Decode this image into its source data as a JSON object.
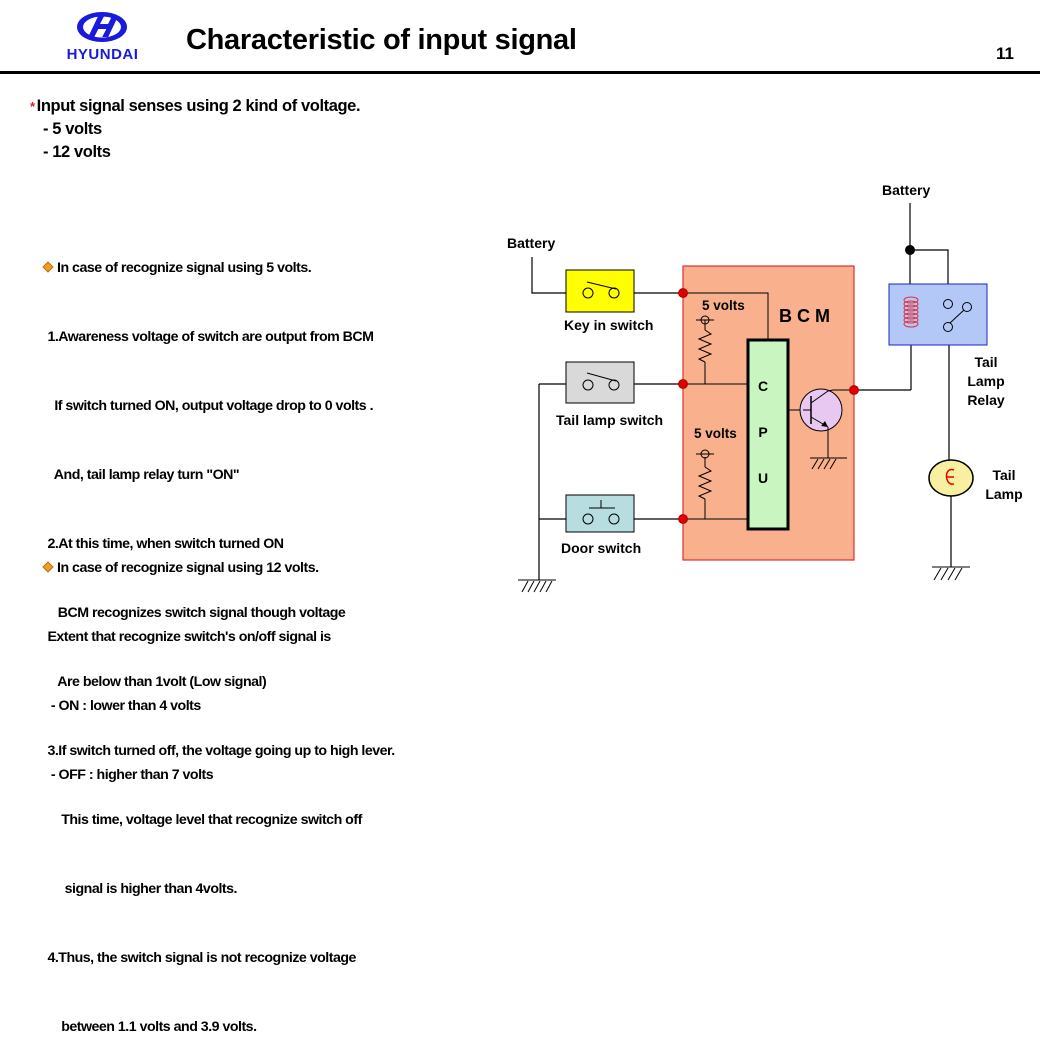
{
  "header": {
    "logo_text": "HYUNDAI",
    "title": "Characteristic of input signal",
    "page_number": "11"
  },
  "intro": {
    "star": "*",
    "heading": "Input signal senses using 2 kind of voltage.",
    "items": [
      "- 5 volts",
      "- 12 volts"
    ]
  },
  "section_5v": {
    "heading": "In case of recognize signal using 5 volts.",
    "lines": [
      " 1.Awareness voltage of switch are output from BCM",
      "   If switch turned ON, output voltage drop to 0 volts .",
      "   And, tail lamp relay turn \"ON\"",
      " 2.At this time, when switch turned ON",
      "    BCM recognizes switch signal though voltage",
      "    Are below than 1volt (Low signal)",
      " 3.If switch turned off, the voltage going up to high lever.",
      "     This time, voltage level that recognize switch off",
      "      signal is higher than 4volts.",
      " 4.Thus, the switch signal is not recognize voltage",
      "     between 1.1 volts and 3.9 volts."
    ]
  },
  "section_12v": {
    "heading": "In case of recognize signal using 12 volts.",
    "lines": [
      " Extent that recognize switch's on/off signal is",
      "  - ON : lower than 4 volts",
      "  - OFF : higher than 7 volts"
    ]
  },
  "diagram": {
    "battery_left": "Battery",
    "battery_right": "Battery",
    "key_switch": "Key in switch",
    "tail_lamp_switch": "Tail lamp switch",
    "door_switch": "Door switch",
    "bcm": "B C M",
    "volts_top": "5 volts",
    "volts_bottom": "5 volts",
    "cpu": [
      "C",
      "P",
      "U"
    ],
    "relay_label": [
      "Tail",
      "Lamp",
      "Relay"
    ],
    "lamp_label": [
      "Tail",
      "Lamp"
    ],
    "colors": {
      "bcm_fill": "#f9b08c",
      "bcm_border": "#e03030",
      "cpu_fill": "#c8f5c0",
      "key_switch_fill": "#ffff00",
      "tail_switch_fill": "#d9d9d9",
      "door_switch_fill": "#b7dde0",
      "relay_fill": "#b4c8f8",
      "relay_border": "#2020c0",
      "transistor_fill": "#e8c8f0",
      "lamp_fill": "#f8f0a0",
      "junction": "#e00000"
    }
  }
}
